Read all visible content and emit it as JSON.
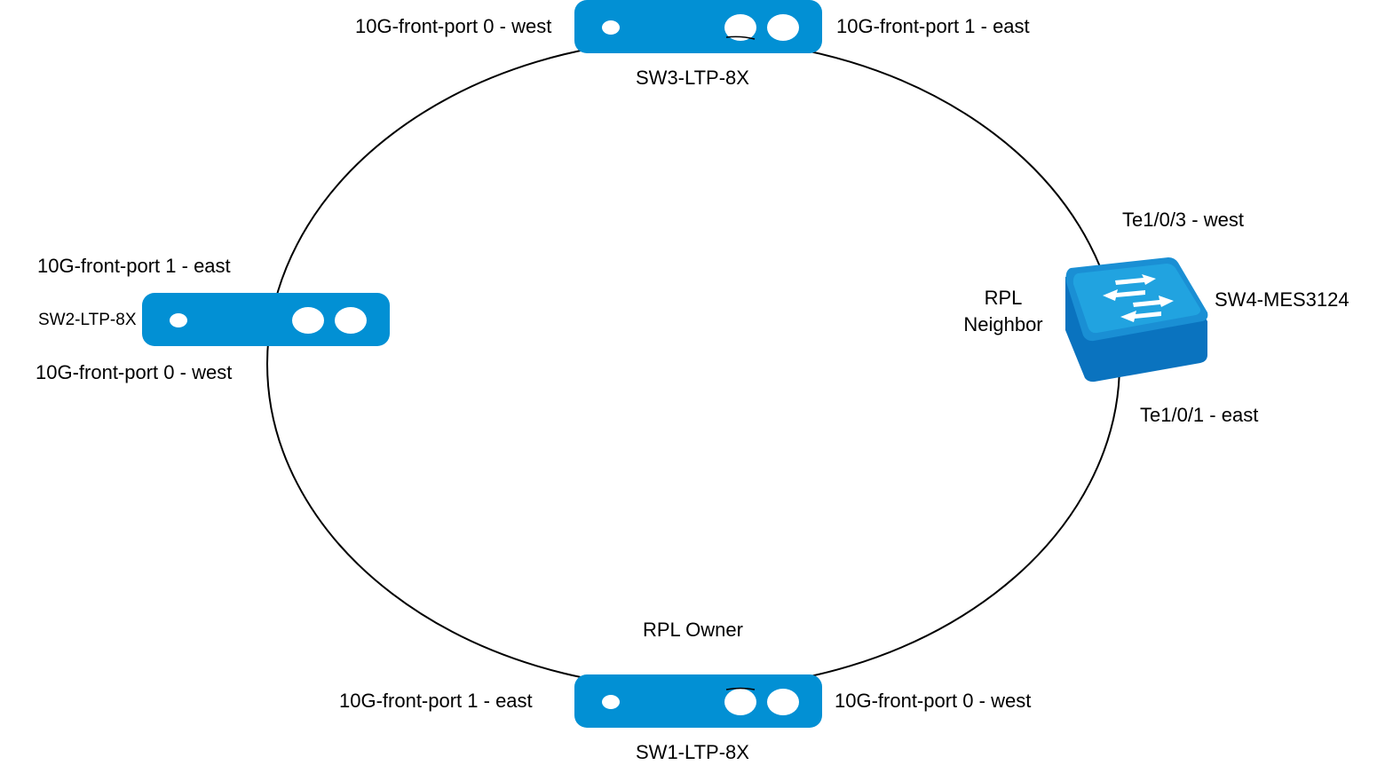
{
  "colors": {
    "ltp_body": "#0290d4",
    "ltp_port": "#ffffff",
    "mes_top": "#21a3e0",
    "mes_top_rim": "#1a8fd4",
    "mes_side": "#0a73bf",
    "ring_line": "#000000"
  },
  "nodes": {
    "sw3": {
      "name": "SW3-LTP-8X",
      "port_west": "10G-front-port 0 - west",
      "port_east": "10G-front-port 1 - east"
    },
    "sw2": {
      "name": "SW2-LTP-8X",
      "port_east": "10G-front-port 1 - east",
      "port_west": "10G-front-port 0 - west"
    },
    "sw1": {
      "name": "SW1-LTP-8X",
      "role": "RPL Owner",
      "port_east": "10G-front-port 1 - east",
      "port_west": "10G-front-port 0 - west"
    },
    "sw4": {
      "name": "SW4-MES3124",
      "role_line1": "RPL",
      "role_line2": "Neighbor",
      "port_west": "Te1/0/3 - west",
      "port_east": "Te1/0/1 - east"
    }
  }
}
